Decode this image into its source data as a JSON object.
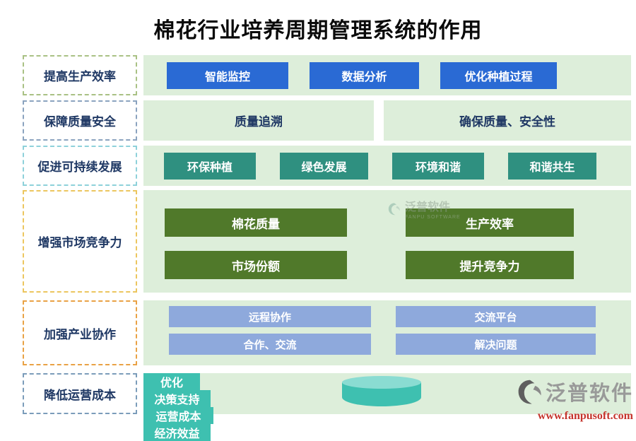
{
  "title": "棉花行业培养周期管理系统的作用",
  "rows": [
    {
      "label": "提高生产效率",
      "items": [
        "智能监控",
        "数据分析",
        "优化种植过程"
      ]
    },
    {
      "label": "保障质量安全",
      "items": [
        "质量追溯",
        "确保质量、安全性"
      ]
    },
    {
      "label": "促进可持续发展",
      "items": [
        "环保种植",
        "绿色发展",
        "环境和谐",
        "和谐共生"
      ]
    },
    {
      "label": "增强市场竞争力",
      "items": [
        "棉花质量",
        "生产效率",
        "市场份额",
        "提升竞争力"
      ]
    },
    {
      "label": "加强产业协作",
      "items": [
        "远程协作",
        "交流平台",
        "合作、交流",
        "解决问题"
      ]
    },
    {
      "label": "降低运营成本",
      "items": [
        "优化",
        "决策支持",
        "运营成本",
        "经济效益"
      ]
    }
  ],
  "watermark": {
    "brand": "泛普软件",
    "sub": "FANPU SOFTWARE"
  },
  "footer": {
    "brand": "泛普软件",
    "url": "www.fanpusoft.com"
  },
  "colors": {
    "row_background": "#ddeeda",
    "blue_button": "#2a6ad4",
    "seagreen_button": "#2f9080",
    "green_button": "#50792a",
    "periwinkle_button": "#8ea9dc",
    "turquoise_button": "#3ec0b0",
    "label_text": "#1f3864",
    "border_green": "#a9c184",
    "border_gray": "#8ba3bf",
    "border_cyan": "#8ed1da",
    "border_gold": "#ecc65f",
    "border_orange": "#e9a245",
    "border_steel": "#7b9cba",
    "footer_url_red": "#c5342c"
  }
}
